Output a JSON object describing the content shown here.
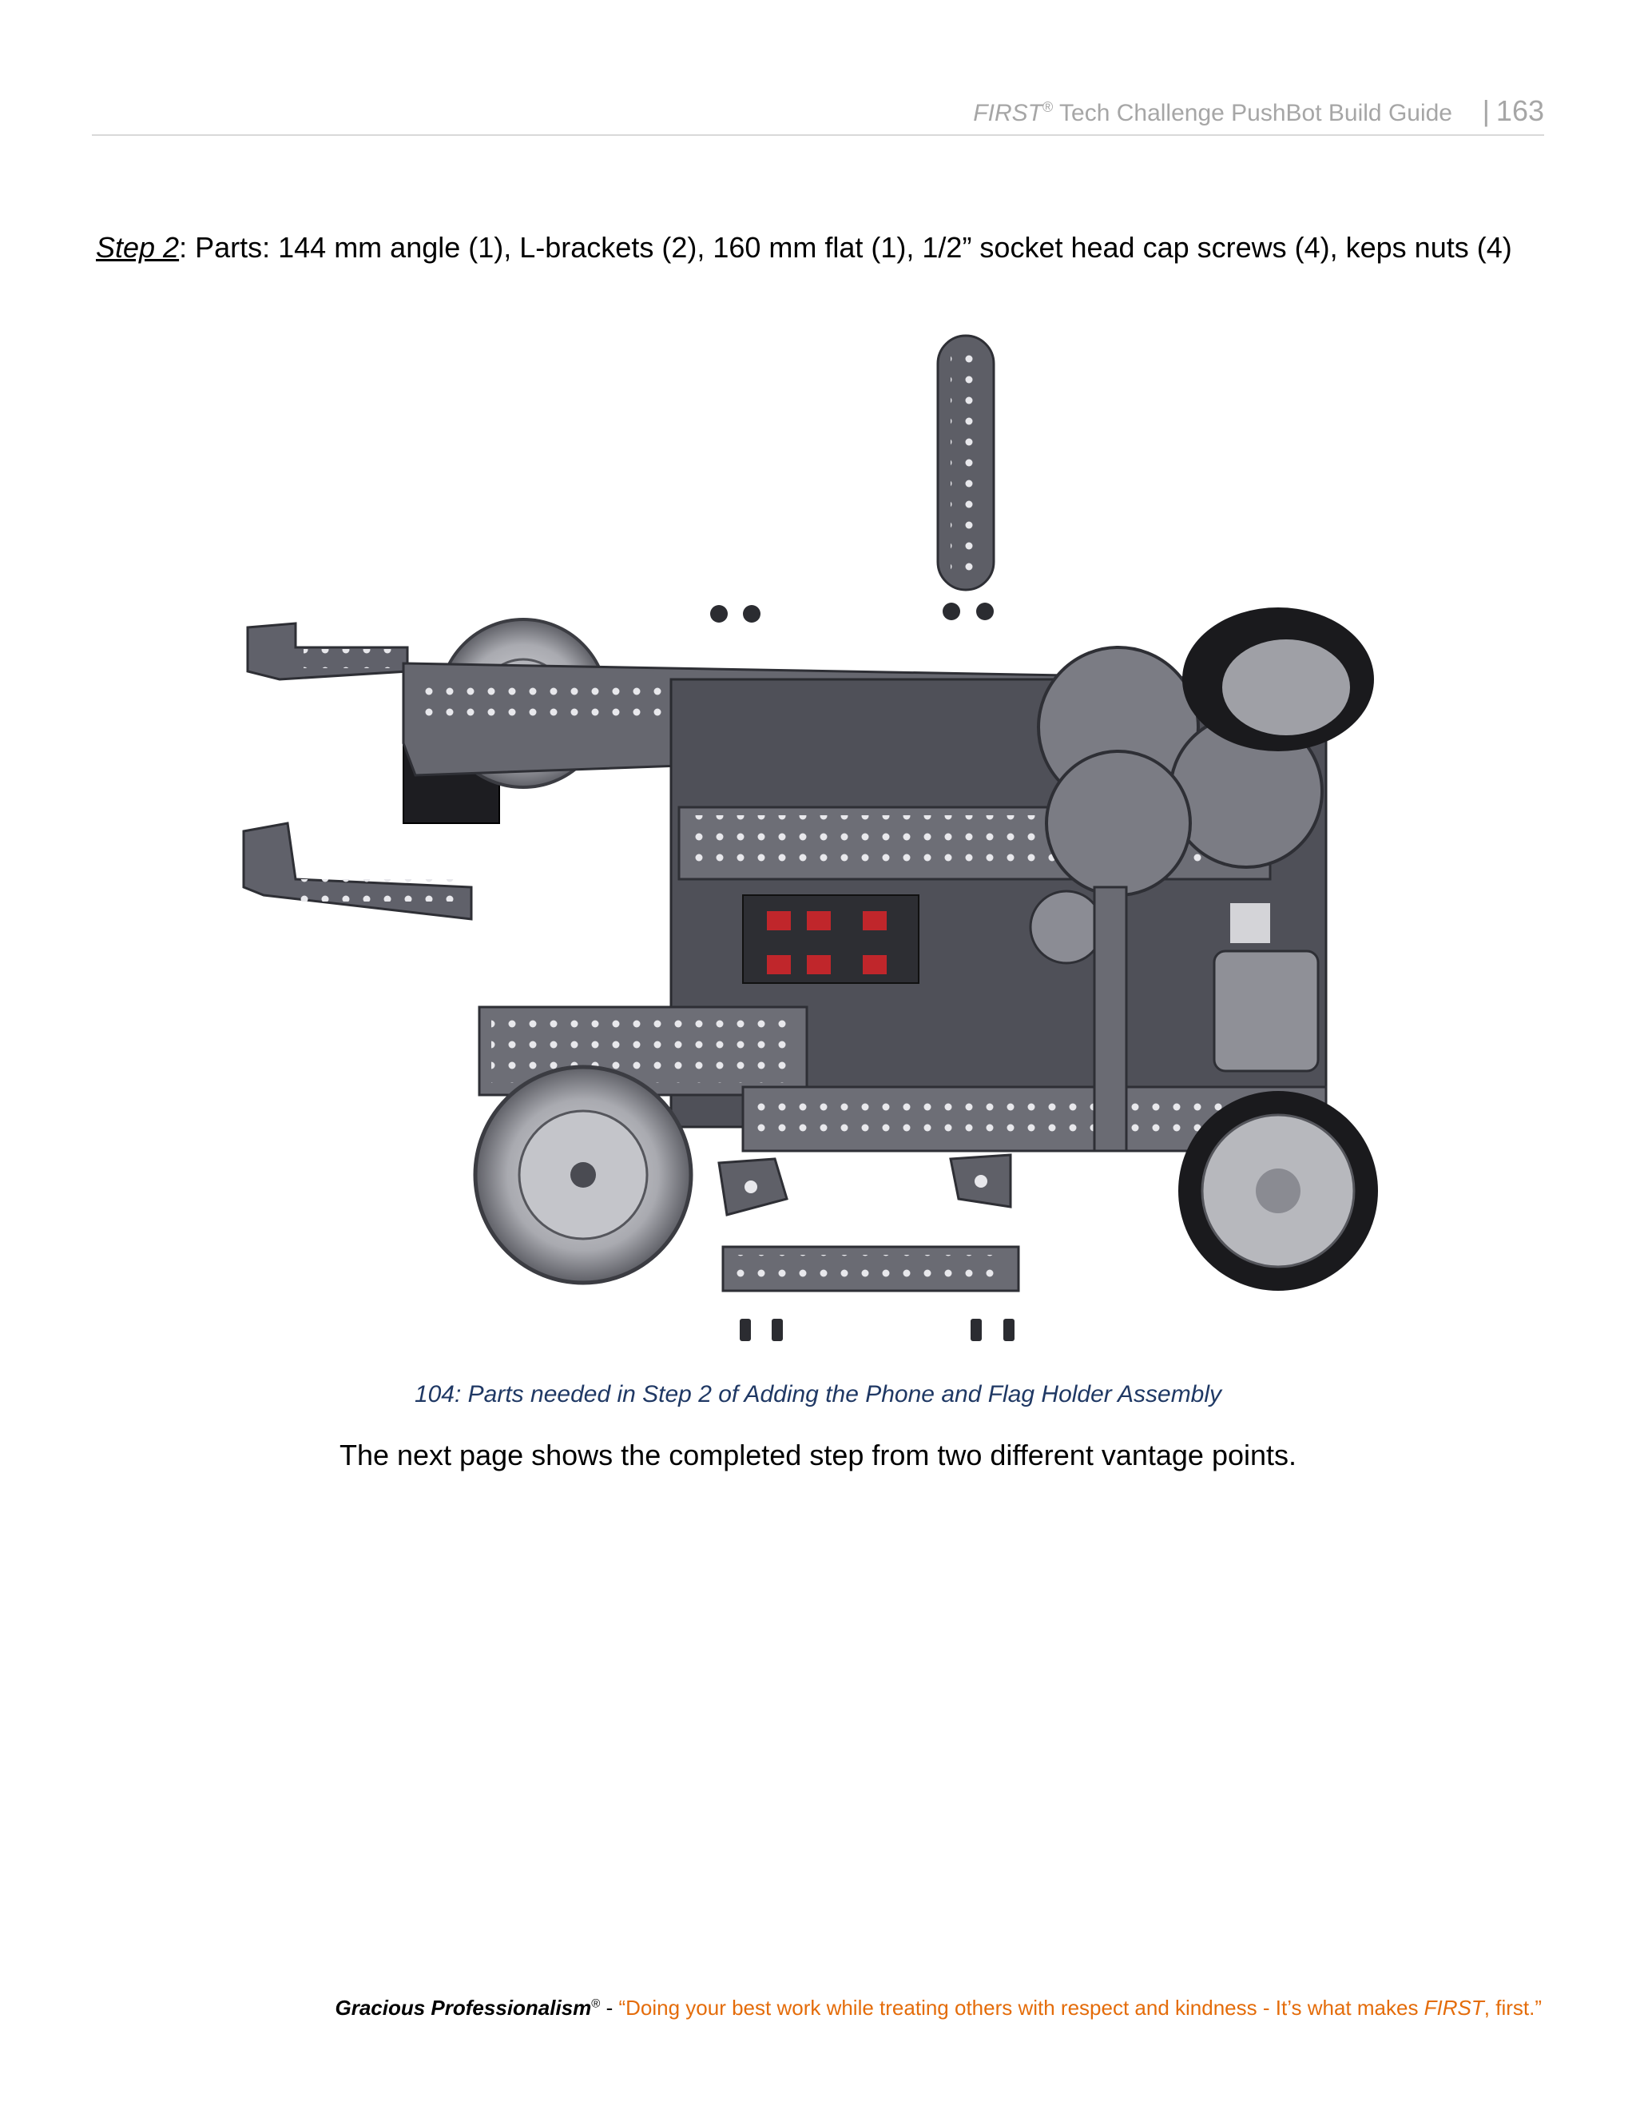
{
  "header": {
    "first": "FIRST",
    "reg": "®",
    "title_rest": " Tech Challenge PushBot Build Guide",
    "bar": "|",
    "page_number": "163"
  },
  "step": {
    "label": "Step 2",
    "text": ": Parts: 144 mm angle (1), L-brackets (2), 160 mm flat (1), 1/2” socket head cap screws (4), keps nuts (4)"
  },
  "figure": {
    "caption": "104: Parts needed in Step 2 of Adding the Phone and Flag Holder Assembly"
  },
  "note": "The next page shows the completed step from two different vantage points.",
  "footer": {
    "gp": "Gracious Professionalism",
    "reg": "®",
    "dash": " - ",
    "quote_a": "“Doing your best work while treating others with respect and kindness - It’s what makes ",
    "quote_first": "FIRST",
    "quote_b": ", first.”"
  }
}
